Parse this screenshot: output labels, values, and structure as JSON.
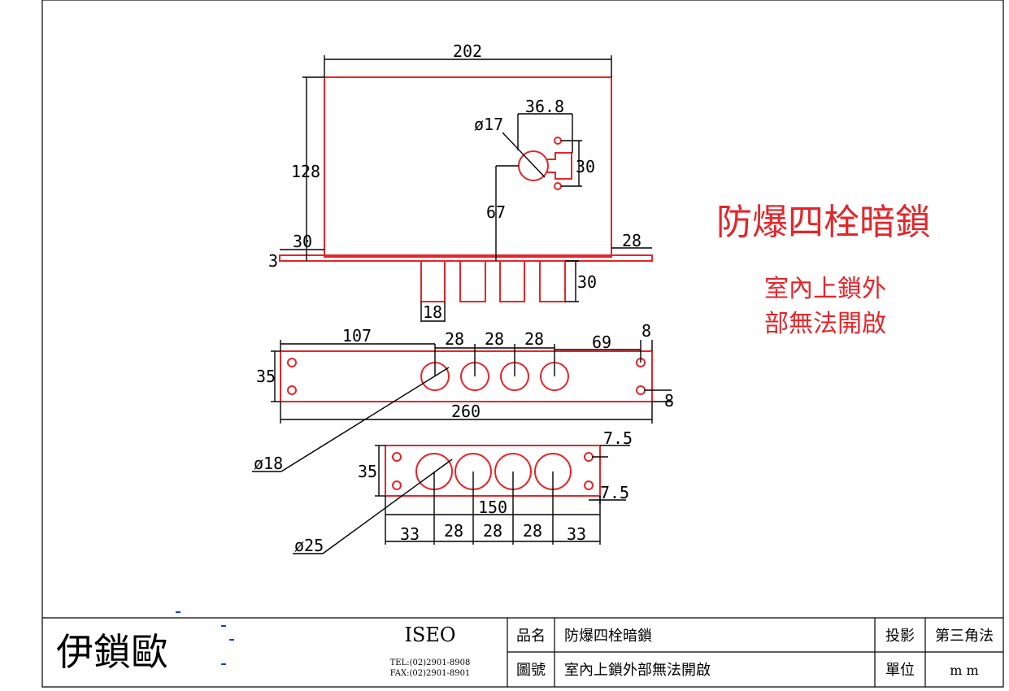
{
  "drawing": {
    "title": "防爆四栓暗鎖",
    "subtitle_line1": "室內上鎖外",
    "subtitle_line2": "部無法開啟",
    "part_color": "#e3262b",
    "dimensions": {
      "width_top": "202",
      "height": "128",
      "hole_dia_top": "ø17",
      "hole_spacing": "36.8",
      "hole_offset": "30",
      "center_height": "67",
      "left_flange": "30",
      "flange_thick": "3",
      "right_flange": "28",
      "bolt_len": "30",
      "bolt_width": "18",
      "plate_offset": "107",
      "pitch1": "28",
      "pitch2": "28",
      "pitch3": "28",
      "right_offset": "69",
      "edge_top": "8",
      "edge_bot": "8",
      "plate_height": "35",
      "plate_length": "260",
      "bolt_dia": "ø18",
      "plate2_height": "35",
      "p2_edge_top": "7.5",
      "p2_edge_bot": "7.5",
      "p2_length": "150",
      "p2_a": "33",
      "p2_b": "28",
      "p2_c": "28",
      "p2_d": "28",
      "p2_e": "33",
      "hole_dia_plate2": "ø25"
    }
  },
  "title_block": {
    "company_logo": "伊鎖歐",
    "brand": "ISEO",
    "tel": "TEL:(02)2901-8908",
    "fax": "FAX:(02)2901-8901",
    "label_name": "品名",
    "value_name": "防爆四栓暗鎖",
    "label_drawing_no": "圖號",
    "value_drawing_no": "室內上鎖外部無法開啟",
    "label_projection": "投影",
    "value_projection": "第三角法",
    "label_unit": "單位",
    "value_unit": "m m"
  }
}
